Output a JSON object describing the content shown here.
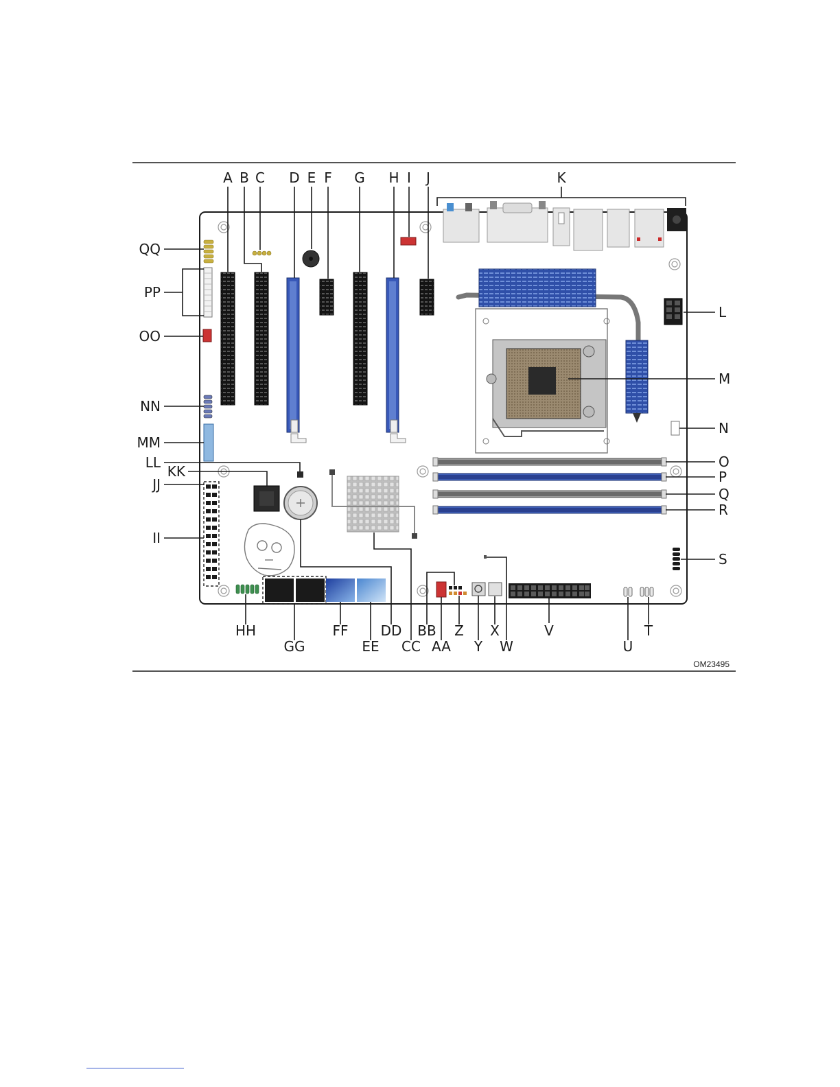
{
  "figure": {
    "id_label": "OM23495",
    "colors": {
      "board_outline": "#1a1a1a",
      "slot_black": "#141414",
      "slot_blue": "#3858b8",
      "dimm_gray": "#9a9a9a",
      "dimm_blue": "#3f5fb8",
      "header_yellow": "#c8b040",
      "header_red": "#cc2a2a",
      "header_green": "#3d8f4f"
    },
    "callouts": {
      "A": "A",
      "B": "B",
      "C": "C",
      "D": "D",
      "E": "E",
      "F": "F",
      "G": "G",
      "H": "H",
      "I": "I",
      "J": "J",
      "K": "K",
      "L": "L",
      "M": "M",
      "N": "N",
      "O": "O",
      "P": "P",
      "Q": "Q",
      "R": "R",
      "S": "S",
      "T": "T",
      "U": "U",
      "V": "V",
      "W": "W",
      "X": "X",
      "Y": "Y",
      "Z": "Z",
      "AA": "AA",
      "BB": "BB",
      "CC": "CC",
      "DD": "DD",
      "EE": "EE",
      "FF": "FF",
      "GG": "GG",
      "HH": "HH",
      "II": "II",
      "JJ": "JJ",
      "KK": "KK",
      "LL": "LL",
      "MM": "MM",
      "NN": "NN",
      "OO": "OO",
      "PP": "PP",
      "QQ": "QQ"
    }
  }
}
